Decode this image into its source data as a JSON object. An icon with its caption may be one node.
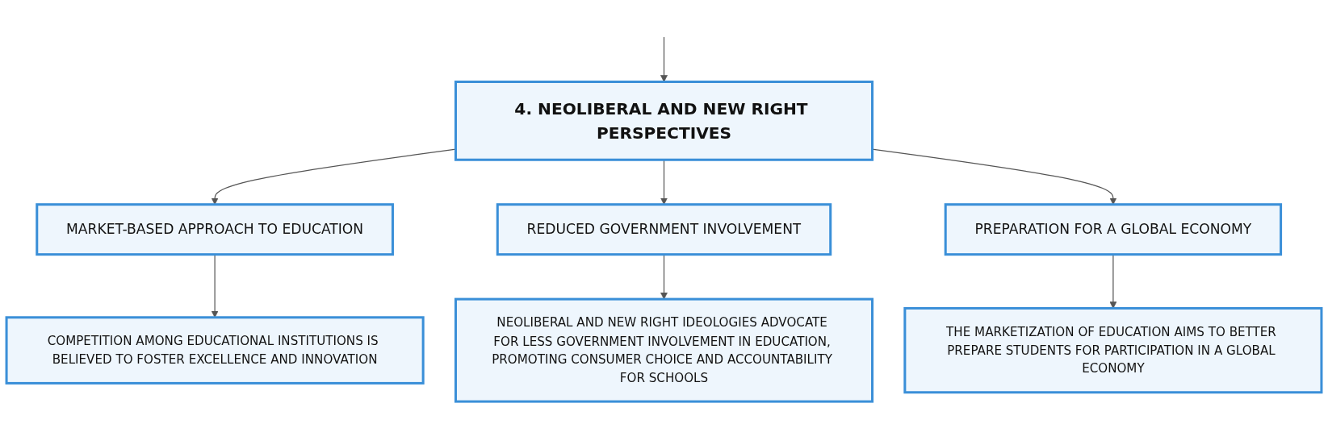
{
  "diagram": {
    "nodes": [
      {
        "text": [
          "4. NEOLIBERAL AND NEW RIGHT PERSPECTIVES"
        ]
      },
      {
        "text": [
          "MARKET-BASED APPROACH TO EDUCATION"
        ]
      },
      {
        "text": [
          "REDUCED GOVERNMENT INVOLVEMENT"
        ]
      },
      {
        "text": [
          "PREPARATION FOR A GLOBAL ECONOMY"
        ]
      },
      {
        "text": [
          "COMPETITION AMONG EDUCATIONAL INSTITUTIONS IS BELIEVED TO FOSTER EXCELLENCE AND INNOVATION"
        ]
      },
      {
        "text": [
          "NEOLIBERAL AND NEW RIGHT IDEOLOGIES ADVOCATE FOR LESS GOVERNMENT INVOLVEMENT IN EDUCATION, PROMOTING CONSUMER CHOICE AND ACCOUNTABILITY FOR SCHOOLS"
        ]
      },
      {
        "text": [
          "THE MARKETIZATION OF EDUCATION AIMS TO BETTER PREPARE STUDENTS FOR PARTICIPATION IN A GLOBAL ECONOMY"
        ]
      }
    ],
    "edges": [
      {
        "from": null,
        "to": 0,
        "arrow": "to"
      },
      {
        "from": 0,
        "to": 1,
        "arrow": "to"
      },
      {
        "from": 0,
        "to": 2,
        "arrow": "to"
      },
      {
        "from": 0,
        "to": 3,
        "arrow": "to"
      },
      {
        "from": 1,
        "to": 4,
        "arrow": "to"
      },
      {
        "from": 2,
        "to": 5,
        "arrow": "to"
      },
      {
        "from": 3,
        "to": 6,
        "arrow": "to"
      }
    ]
  }
}
